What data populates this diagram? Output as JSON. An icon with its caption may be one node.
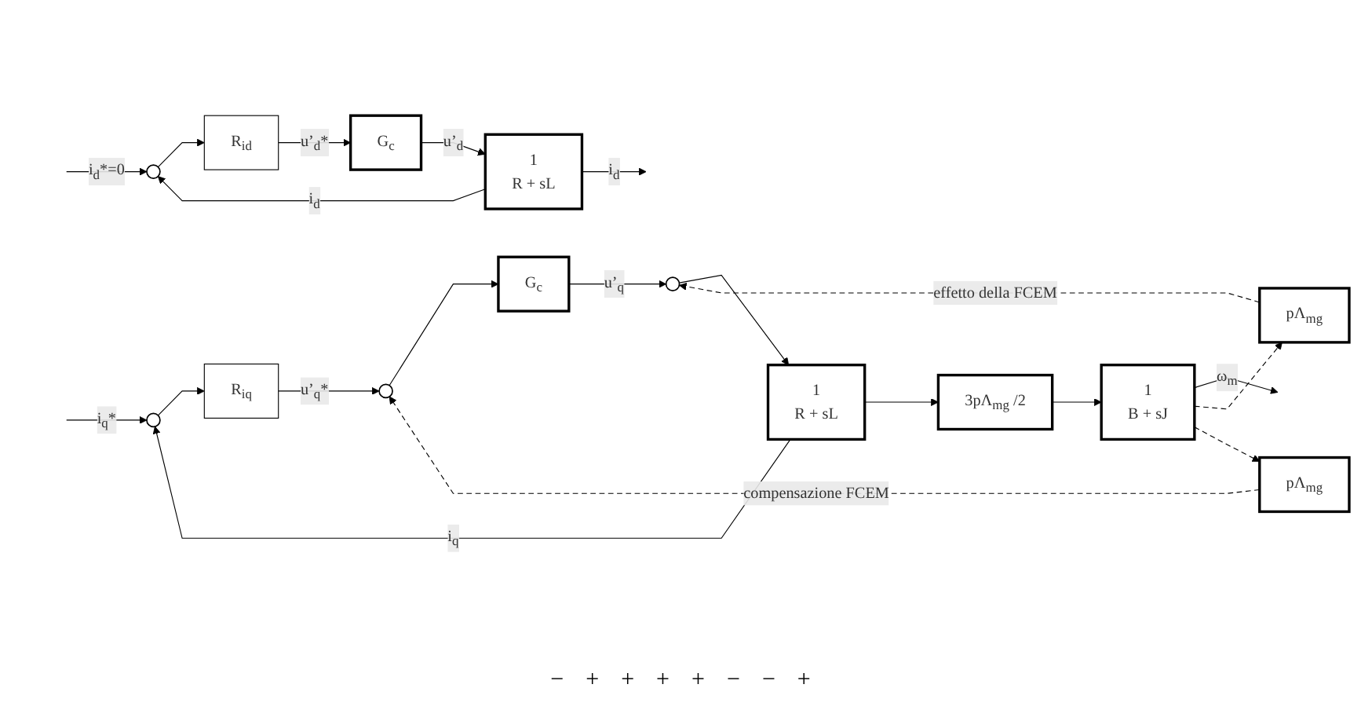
{
  "diagram": {
    "nodes": [
      {
        "text": [],
        "shape": "circle"
      },
      {
        "text": [
          "R$_{id}$"
        ]
      },
      {
        "text": [
          "G$_{c}$"
        ]
      },
      {
        "text": [
          "1",
          "R + sL"
        ]
      },
      {
        "text": [],
        "shape": "circle"
      },
      {
        "text": [
          "R$_{iq}$"
        ]
      },
      {
        "text": [],
        "shape": "circle"
      },
      {
        "text": [
          "G$_{c}$"
        ]
      },
      {
        "text": [],
        "shape": "circle"
      },
      {
        "text": [
          "1",
          "R + sL"
        ]
      },
      {
        "text": [
          "3pΛ$_{mg}$ /2"
        ]
      },
      {
        "text": [
          "1",
          "B + sJ"
        ]
      },
      {
        "text": [
          "pΛ$_{mg}$"
        ]
      },
      {
        "text": [
          "pΛ$_{mg}$"
        ]
      }
    ],
    "edges": [
      {
        "from": null,
        "to": 0,
        "arrow": "to",
        "label": "i$_{d}$*=0"
      },
      {
        "from": 0,
        "to": 1,
        "arrow": "to"
      },
      {
        "from": 1,
        "to": 2,
        "arrow": "to",
        "label": "u’$_{d}$*"
      },
      {
        "from": 2,
        "to": 3,
        "arrow": "to",
        "label": "u’$_{d}$"
      },
      {
        "from": 3,
        "to": null,
        "arrow": "to",
        "label": "i$_{d}$"
      },
      {
        "from": 3,
        "to": 0,
        "arrow": "to",
        "label": "i$_{d}$"
      },
      {
        "from": null,
        "to": 4,
        "arrow": "to",
        "label": "i$_{q}$*"
      },
      {
        "from": 4,
        "to": 5,
        "arrow": "to"
      },
      {
        "from": 5,
        "to": 6,
        "arrow": "to",
        "label": "u’$_{q}$*"
      },
      {
        "from": 6,
        "to": 7,
        "arrow": "to"
      },
      {
        "from": 7,
        "to": 8,
        "arrow": "to",
        "label": "u’$_{q}$"
      },
      {
        "from": 8,
        "to": 9,
        "arrow": "to"
      },
      {
        "from": 9,
        "to": 10,
        "arrow": "to"
      },
      {
        "from": 10,
        "to": 11,
        "arrow": "to"
      },
      {
        "from": 11,
        "to": null,
        "arrow": "to",
        "label": "ω$_{m}$"
      },
      {
        "from": 9,
        "to": 4,
        "arrow": "to",
        "label": "i$_{q}$"
      },
      {
        "from": 11,
        "to": 12,
        "arrow": "to",
        "style": "dashed"
      },
      {
        "from": 12,
        "to": 8,
        "arrow": "to",
        "style": "dashed",
        "label": "effetto della FCEM"
      },
      {
        "from": 11,
        "to": 13,
        "arrow": "to",
        "style": "dashed"
      },
      {
        "from": 13,
        "to": 6,
        "arrow": "to",
        "style": "dashed",
        "label": "compensazione FCEM"
      }
    ],
    "labels": [
      "−",
      "+",
      "+",
      "+",
      "+",
      "−",
      "−",
      "+"
    ]
  }
}
